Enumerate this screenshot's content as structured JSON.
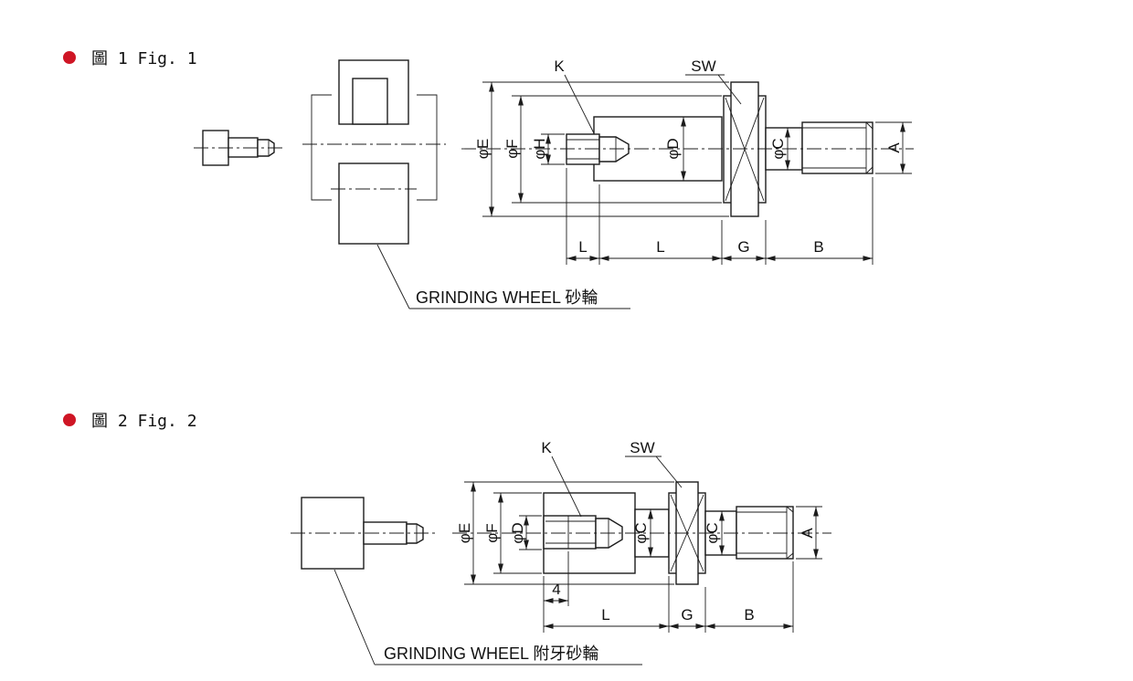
{
  "colors": {
    "accent_red": "#cf1625",
    "line": "#1c1c1c",
    "background": "#ffffff"
  },
  "fig1": {
    "title": "圖 1 Fig. 1",
    "caption": "GRINDING WHEEL 砂輪",
    "labels": {
      "k": "K",
      "sw": "SW",
      "phi_e": "φE",
      "phi_f": "φF",
      "phi_h": "φH",
      "phi_d": "φD",
      "phi_c": "φC",
      "a": "A",
      "l1": "L",
      "l2": "L",
      "g": "G",
      "b": "B"
    }
  },
  "fig2": {
    "title": "圖 2 Fig. 2",
    "caption": "GRINDING WHEEL 附牙砂輪",
    "labels": {
      "k": "K",
      "sw": "SW",
      "phi_e": "φE",
      "phi_f": "φF",
      "phi_d": "φD",
      "phi_c1": "φC",
      "phi_c2": "φC",
      "a": "A",
      "dim4": "4",
      "l": "L",
      "g": "G",
      "b": "B"
    }
  }
}
